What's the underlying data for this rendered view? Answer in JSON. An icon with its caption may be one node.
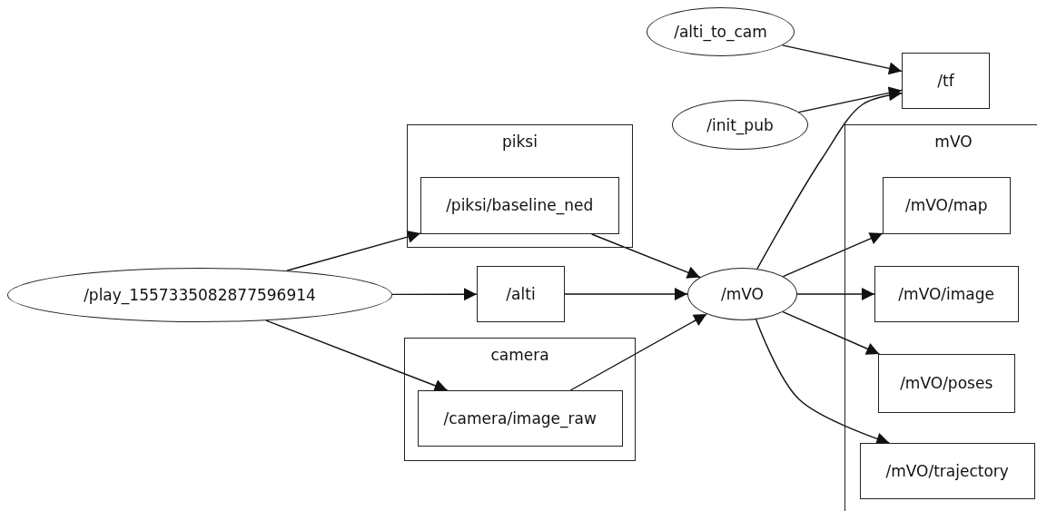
{
  "diagram": {
    "nodes": [
      {
        "text": [
          "/alti_to_cam"
        ]
      },
      {
        "text": [
          "/init_pub"
        ]
      },
      {
        "text": [
          "/tf"
        ]
      },
      {
        "text": [
          "piksi"
        ]
      },
      {
        "text": [
          "/piksi/baseline_ned"
        ],
        "in": 3
      },
      {
        "text": [
          "/play_1557335082877596914"
        ]
      },
      {
        "text": [
          "/alti"
        ]
      },
      {
        "text": [
          "camera"
        ]
      },
      {
        "text": [
          "/camera/image_raw"
        ],
        "in": 7
      },
      {
        "text": [
          "/mVO"
        ]
      },
      {
        "text": [
          "mVO"
        ]
      },
      {
        "text": [
          "/mVO/map"
        ],
        "in": 10
      },
      {
        "text": [
          "/mVO/image"
        ],
        "in": 10
      },
      {
        "text": [
          "/mVO/poses"
        ],
        "in": 10
      },
      {
        "text": [
          "/mVO/trajectory"
        ],
        "in": 10
      }
    ],
    "edges": [
      {
        "from": 0,
        "to": 2,
        "arrow": "to"
      },
      {
        "from": 1,
        "to": 2,
        "arrow": "to"
      },
      {
        "from": 9,
        "to": 2,
        "arrow": "to"
      },
      {
        "from": 5,
        "to": 4,
        "arrow": "to"
      },
      {
        "from": 5,
        "to": 6,
        "arrow": "to"
      },
      {
        "from": 5,
        "to": 8,
        "arrow": "to"
      },
      {
        "from": 4,
        "to": 9,
        "arrow": "to"
      },
      {
        "from": 6,
        "to": 9,
        "arrow": "to"
      },
      {
        "from": 8,
        "to": 9,
        "arrow": "to"
      },
      {
        "from": 9,
        "to": 11,
        "arrow": "to"
      },
      {
        "from": 9,
        "to": 12,
        "arrow": "to"
      },
      {
        "from": 9,
        "to": 13,
        "arrow": "to"
      },
      {
        "from": 9,
        "to": 14,
        "arrow": "to"
      }
    ]
  }
}
